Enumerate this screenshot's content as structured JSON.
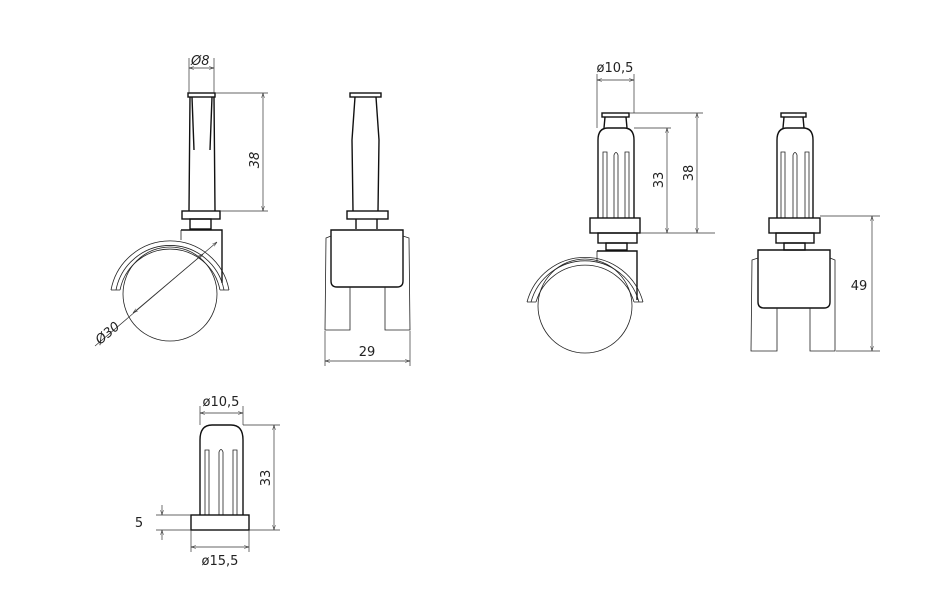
{
  "drawings": [
    {
      "view": "side",
      "dimensions": {
        "stem_diameter": "Ø8",
        "stem_height": "38",
        "wheel_diameter": "Ø30"
      }
    },
    {
      "view": "front",
      "dimensions": {
        "width": "29"
      }
    },
    {
      "view": "side",
      "dimensions": {
        "grip_diameter": "ø10,5",
        "grip_height": "33",
        "stem_height": "38"
      }
    },
    {
      "view": "front",
      "dimensions": {
        "total_height": "49"
      }
    },
    {
      "view": "grip-sleeve",
      "dimensions": {
        "top_diameter": "ø10,5",
        "height": "33",
        "base_height": "5",
        "base_diameter": "ø15,5"
      }
    }
  ]
}
